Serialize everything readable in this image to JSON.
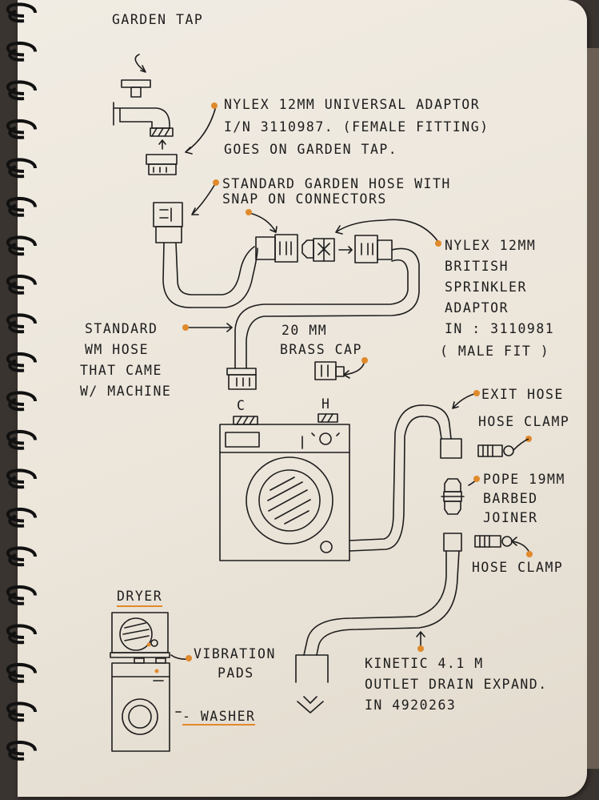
{
  "labels": {
    "garden_tap": "GARDEN TAP",
    "nylex_adaptor": [
      "NYLEX 12MM UNIVERSAL ADAPTOR",
      "I/N 3110987. (FEMALE FITTING)",
      "GOES ON GARDEN TAP."
    ],
    "standard_hose": [
      "STANDARD GARDEN HOSE WITH",
      "SNAP ON CONNECTORS"
    ],
    "sprinkler_adaptor": [
      "NYLEX 12MM",
      "BRITISH",
      "SPRINKLER",
      "ADAPTOR",
      "IN : 3110981",
      "( MALE FIT )"
    ],
    "wm_hose": [
      "STANDARD",
      "WM HOSE",
      "THAT CAME",
      "W/ MACHINE"
    ],
    "brass_cap": [
      "20 MM",
      "BRASS CAP"
    ],
    "cold": "C",
    "hot": "H",
    "exit_hose": "EXIT HOSE",
    "hose_clamp_top": "HOSE CLAMP",
    "barbed_joiner": [
      "POPE 19MM",
      "BARBED",
      "JOINER"
    ],
    "hose_clamp_bottom": "HOSE CLAMP",
    "drain_hose": [
      "KINETIC 4.1 M",
      "OUTLET DRAIN EXPAND.",
      "IN 4920263"
    ],
    "dryer": "DRYER",
    "vibration_pads": [
      "VIBRATION",
      "PADS"
    ],
    "washer": "- WASHER"
  },
  "colors": {
    "paper": "#efe9df",
    "ink": "#1d1d1d",
    "accent_orange": "#e08a2c",
    "spiral": "#111111"
  },
  "icons": [
    "spiral-binding",
    "garden-tap-icon",
    "washing-machine-icon",
    "dryer-icon",
    "down-arrow-icon"
  ]
}
